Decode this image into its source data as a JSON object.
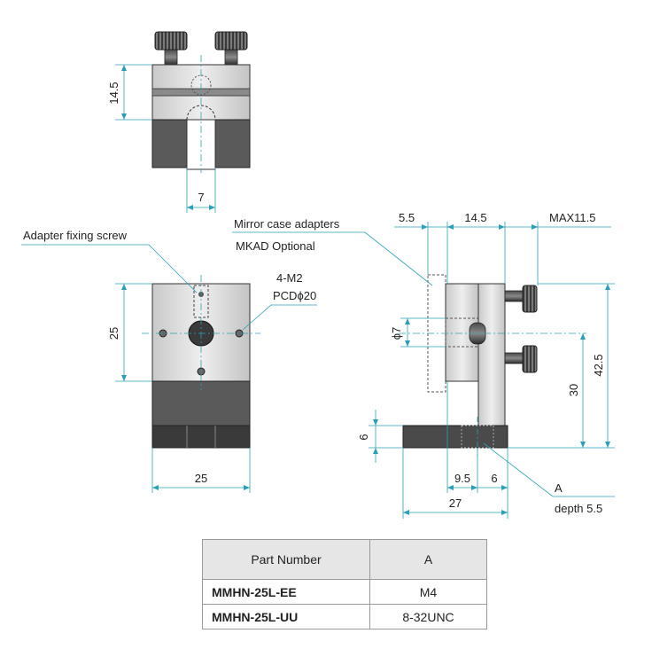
{
  "colors": {
    "dimension_line": "#2aa0b8",
    "body_fill": "#e2e2e2",
    "body_dark": "#2f2f2f",
    "table_header": "#e6e6e6"
  },
  "top_view": {
    "dim_height": "14.5",
    "dim_slot": "7"
  },
  "front_view": {
    "callout_screw": "Adapter fixing screw",
    "callout_holes_1": "4-M2",
    "callout_holes_2": "PCDϕ20",
    "dim_height": "25",
    "dim_width": "25"
  },
  "side_view": {
    "callout_adapter_1": "Mirror case adapters",
    "callout_adapter_2": "MKAD Optional",
    "dim_top_1": "5.5",
    "dim_top_2": "14.5",
    "dim_top_3": "MAX11.5",
    "dim_phi": "ϕ7",
    "dim_base_height": "6",
    "dim_30": "30",
    "dim_42_5": "42.5",
    "dim_9_5": "9.5",
    "dim_6": "6",
    "dim_27": "27",
    "callout_a_1": "A",
    "callout_a_2": "depth 5.5"
  },
  "table": {
    "header_part": "Part Number",
    "header_a": "A",
    "rows": [
      {
        "part": "MMHN-25L-EE",
        "a": "M4"
      },
      {
        "part": "MMHN-25L-UU",
        "a": "8-32UNC"
      }
    ]
  }
}
